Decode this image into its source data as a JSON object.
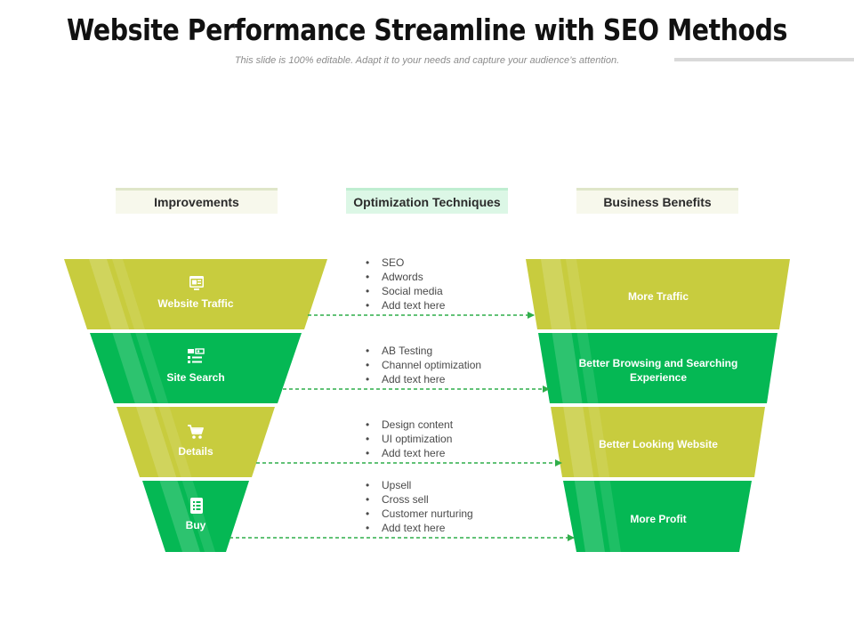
{
  "title": "Website Performance Streamline with SEO Methods",
  "subtitle": "This slide is 100% editable. Adapt it to your needs and capture your audience’s attention.",
  "headers": {
    "improvements": "Improvements",
    "optimization": "Optimization Techniques",
    "benefits": "Business Benefits"
  },
  "colors": {
    "olive": "#c8cc3e",
    "green": "#05b854",
    "arrow": "#2fae4a"
  },
  "stages": [
    {
      "label": "Website Traffic",
      "icon": "browser-window-icon",
      "color": "olive",
      "techniques": [
        "SEO",
        "Adwords",
        "Social media",
        "Add text here"
      ],
      "benefit": "More Traffic"
    },
    {
      "label": "Site Search",
      "icon": "search-sitemap-icon",
      "color": "green",
      "techniques": [
        "AB Testing",
        "Channel optimization",
        "Add text here"
      ],
      "benefit": "Better Browsing and Searching Experience"
    },
    {
      "label": "Details",
      "icon": "shopping-cart-icon",
      "color": "olive",
      "techniques": [
        "Design content",
        "UI optimization",
        "Add text here"
      ],
      "benefit": "Better Looking Website"
    },
    {
      "label": "Buy",
      "icon": "checklist-document-icon",
      "color": "green",
      "techniques": [
        "Upsell",
        "Cross sell",
        "Customer nurturing",
        "Add text here"
      ],
      "benefit": "More Profit"
    }
  ]
}
